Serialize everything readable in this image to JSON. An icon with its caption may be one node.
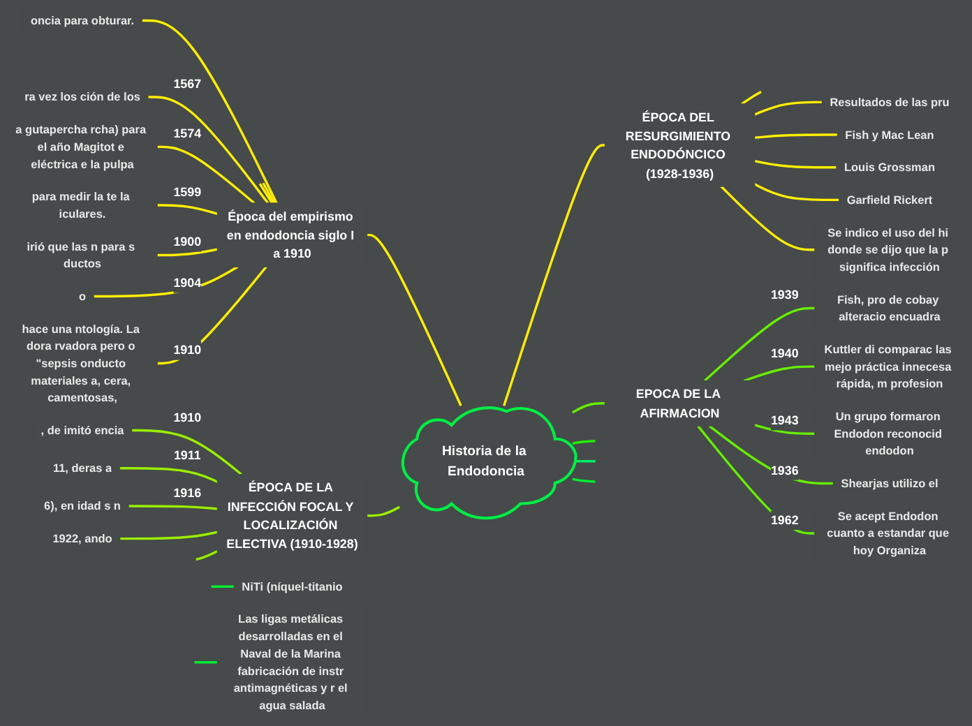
{
  "diagram": {
    "nodes": [
      {
        "text": [
          "Historia de la Endodoncia"
        ]
      },
      {
        "text": [
          "Época del empirismo en endodoncia siglo I a 1910"
        ]
      },
      {
        "text": [
          "oncia para obturar."
        ]
      },
      {
        "text": [
          "ra vez los ción de los"
        ]
      },
      {
        "text": [
          "a gutapercha rcha) para el año Magitot e eléctrica e la pulpa"
        ]
      },
      {
        "text": [
          "para medir la te la iculares."
        ]
      },
      {
        "text": [
          "irió que las n para s ductos"
        ]
      },
      {
        "text": [
          "o"
        ]
      },
      {
        "text": [
          "hace una ntología. La dora rvadora pero o \"sepsis onducto materiales a, cera, camentosas,"
        ]
      },
      {
        "text": [
          "ÉPOCA DE LA INFECCIÓN FOCAL Y LOCALIZACIÓN ELECTIVA (1910-1928)"
        ]
      },
      {
        "text": [
          ", de imitó encia"
        ]
      },
      {
        "text": [
          "11, deras a"
        ]
      },
      {
        "text": [
          "6), en idad s n"
        ]
      },
      {
        "text": [
          "1922, ando"
        ]
      },
      {
        "text": [
          "ÉPOCA DEL RESURGIMIENTO ENDODÓNCICO (1928-1936)"
        ]
      },
      {
        "text": [
          "Resultados de las pru"
        ]
      },
      {
        "text": [
          "Fish y Mac Lean"
        ]
      },
      {
        "text": [
          "Louis Grossman"
        ]
      },
      {
        "text": [
          "Garfield Rickert"
        ]
      },
      {
        "text": [
          "Se indico el uso del hi donde se dijo que la p significa infección"
        ]
      },
      {
        "text": [
          "EPOCA DE LA AFIRMACION"
        ]
      },
      {
        "text": [
          "Fish, pro de cobay alteracio encuadra"
        ]
      },
      {
        "text": [
          "Kuttler di comparac las mejo práctica innecesa rápida, m profesion"
        ]
      },
      {
        "text": [
          "Un grupo formaron Endodon reconocid endodon"
        ]
      },
      {
        "text": [
          "Shearjas utilizo el"
        ]
      },
      {
        "text": [
          "Se acept Endodon cuanto a estandar que hoy Organiza"
        ]
      },
      {
        "text": [
          "NiTi (níquel-titanio"
        ]
      },
      {
        "text": [
          "Las ligas metálicas desarrolladas en el Naval de la Marina fabricación de instr antimagnéticas y r el agua salada"
        ]
      }
    ],
    "edges": [
      {
        "from": 0,
        "to": 1,
        "arrow": "none"
      },
      {
        "from": 1,
        "to": 2,
        "arrow": "none"
      },
      {
        "from": 1,
        "to": null,
        "arrow": "none"
      },
      {
        "from": 1,
        "to": null,
        "arrow": "none"
      },
      {
        "from": 1,
        "to": 3,
        "arrow": "none",
        "label": "1567"
      },
      {
        "from": 1,
        "to": 4,
        "arrow": "none",
        "label": "1574"
      },
      {
        "from": 1,
        "to": 5,
        "arrow": "none",
        "label": "1599"
      },
      {
        "from": 1,
        "to": 6,
        "arrow": "none",
        "label": "1900"
      },
      {
        "from": 1,
        "to": 7,
        "arrow": "none",
        "label": "1904"
      },
      {
        "from": 1,
        "to": 8,
        "arrow": "none",
        "label": "1910"
      },
      {
        "from": 0,
        "to": 14,
        "arrow": "none"
      },
      {
        "from": 14,
        "to": null,
        "arrow": "none"
      },
      {
        "from": 14,
        "to": 15,
        "arrow": "none"
      },
      {
        "from": 14,
        "to": 16,
        "arrow": "none"
      },
      {
        "from": 14,
        "to": 17,
        "arrow": "none"
      },
      {
        "from": 14,
        "to": 18,
        "arrow": "none"
      },
      {
        "from": 14,
        "to": 19,
        "arrow": "none"
      },
      {
        "from": 0,
        "to": 20,
        "arrow": "none",
        "color": "#66ee00"
      },
      {
        "from": 20,
        "to": 21,
        "arrow": "none",
        "label": "1939",
        "color": "#66ee00"
      },
      {
        "from": 20,
        "to": 22,
        "arrow": "none",
        "label": "1940",
        "color": "#66ee00"
      },
      {
        "from": 20,
        "to": 23,
        "arrow": "none",
        "label": "1943",
        "color": "#66ee00"
      },
      {
        "from": 20,
        "to": 24,
        "arrow": "none",
        "label": "1936",
        "color": "#66ee00"
      },
      {
        "from": 20,
        "to": 25,
        "arrow": "none",
        "label": "1962",
        "color": "#66ee00"
      },
      {
        "from": 0,
        "to": 9,
        "arrow": "none",
        "color": "#99ee00"
      },
      {
        "from": 9,
        "to": 10,
        "arrow": "none",
        "label": "1910",
        "color": "#99ee00"
      },
      {
        "from": 9,
        "to": 11,
        "arrow": "none",
        "label": "1911",
        "color": "#99ee00"
      },
      {
        "from": 9,
        "to": 12,
        "arrow": "none",
        "label": "1916",
        "color": "#99ee00"
      },
      {
        "from": 9,
        "to": 13,
        "arrow": "none",
        "color": "#99ee00"
      },
      {
        "from": 9,
        "to": null,
        "arrow": "none",
        "color": "#99ee00"
      },
      {
        "from": 0,
        "to": null,
        "arrow": "none",
        "color": "#22ee00"
      },
      {
        "from": 0,
        "to": null,
        "arrow": "none",
        "color": "#00ee66"
      },
      {
        "from": 0,
        "to": null,
        "arrow": "none",
        "color": "#00ee33"
      },
      {
        "from": null,
        "to": 26,
        "arrow": "none",
        "color": "#00ee33"
      },
      {
        "from": null,
        "to": 27,
        "arrow": "none",
        "color": "#00ee33"
      }
    ]
  }
}
